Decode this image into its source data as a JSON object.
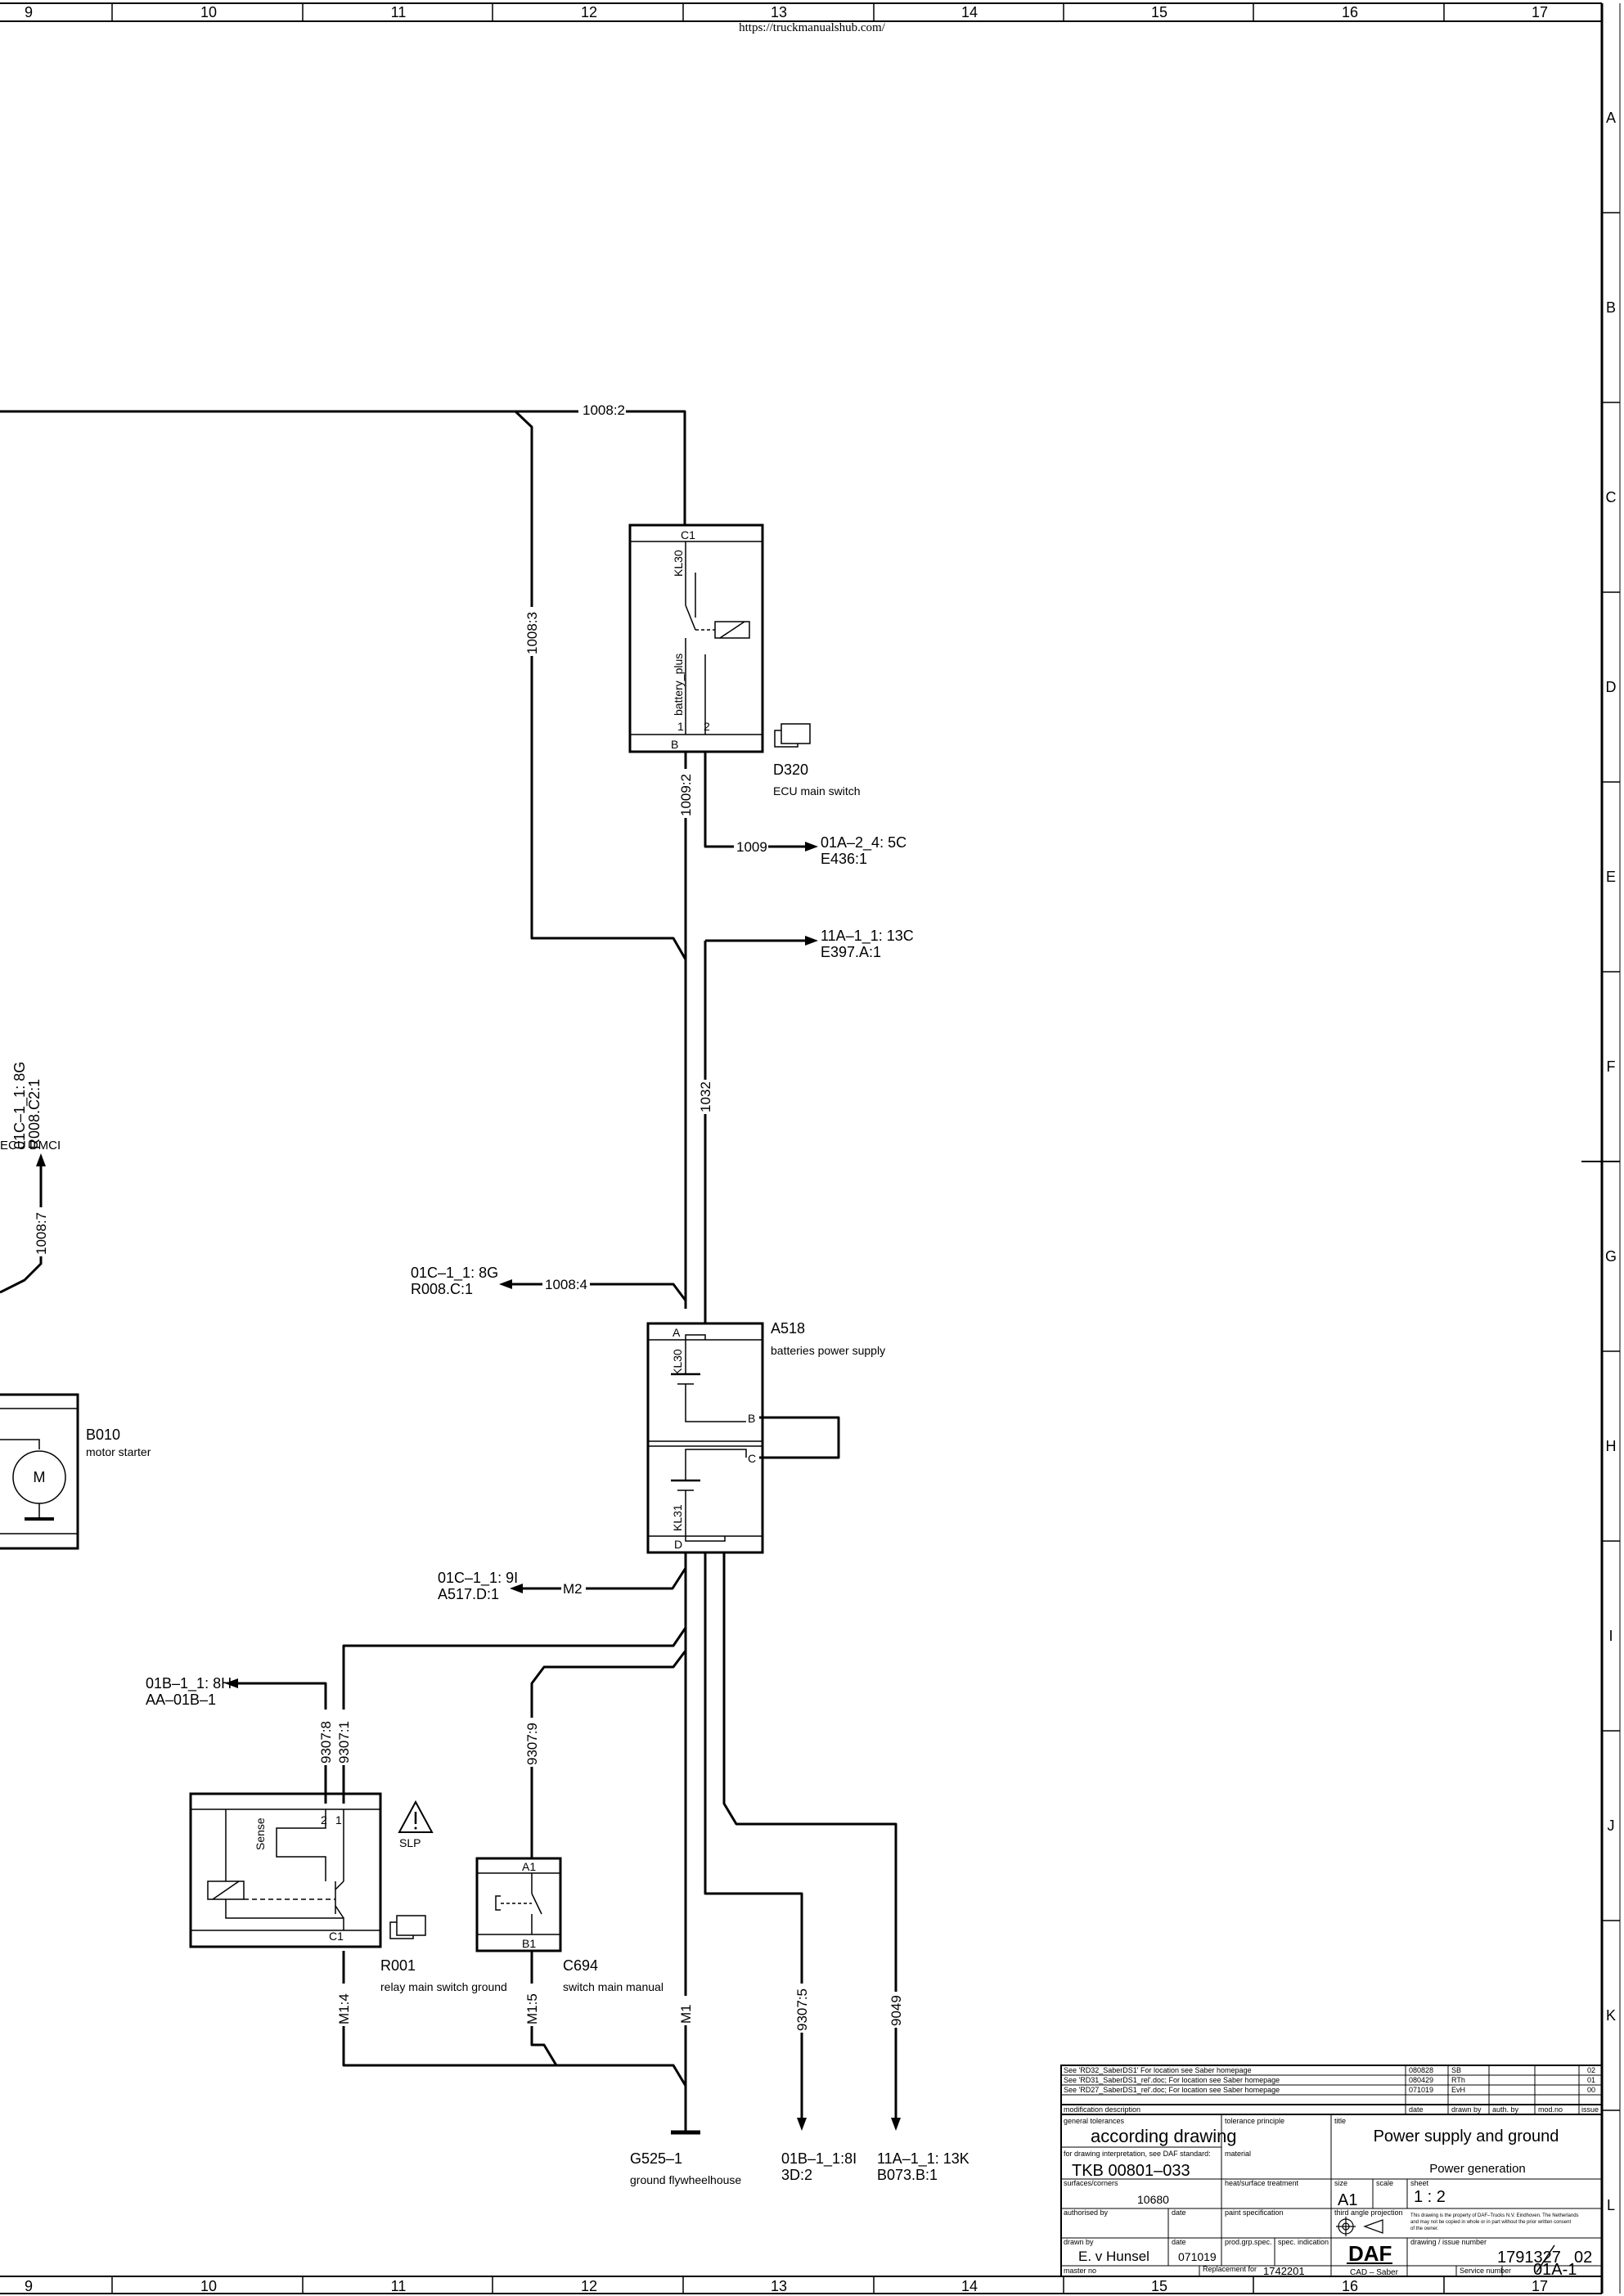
{
  "header": {
    "url": "https://truckmanualshub.com/"
  },
  "grid": {
    "columns": [
      "9",
      "10",
      "11",
      "12",
      "13",
      "14",
      "15",
      "16",
      "17"
    ],
    "rows": [
      "A",
      "B",
      "C",
      "D",
      "E",
      "F",
      "G",
      "H",
      "I",
      "J",
      "K",
      "L"
    ]
  },
  "components": {
    "d320": {
      "ref": "D320",
      "desc": "ECU main switch",
      "pin_top": "C1",
      "pin_bottom": "B",
      "label_kl30": "KL30",
      "label_bp": "battery_plus",
      "pin1": "1",
      "pin2": "2"
    },
    "a518": {
      "ref": "A518",
      "desc": "batteries power supply",
      "pin_a": "A",
      "pin_b": "B",
      "pin_c": "C",
      "pin_d": "D",
      "label_kl30": "KL30",
      "label_kl31": "KL31"
    },
    "b010": {
      "ref": "B010",
      "desc": "motor starter",
      "motor": "M"
    },
    "r001": {
      "ref": "R001",
      "desc": "relay main switch ground",
      "sense": "Sense",
      "pin2": "2",
      "pin1": "1",
      "pin_c": "C1"
    },
    "c694": {
      "ref": "C694",
      "desc": "switch main manual",
      "pin_a": "A1",
      "pin_b": "B1"
    },
    "g525": {
      "ref": "G525–1",
      "desc": "ground flywheelhouse"
    },
    "slp": {
      "label": "SLP"
    }
  },
  "wires": {
    "w1008_2": "1008:2",
    "w1008_3": "1008:3",
    "w1009_2": "1009:2",
    "w1009": "1009",
    "w1032": "1032",
    "w1008_4": "1008:4",
    "w1008_7": "1008:7",
    "wM2": "M2",
    "w9307_8": "9307:8",
    "w9307_1": "9307:1",
    "w9307_9": "9307:9",
    "wM1_4": "M1:4",
    "wM1_5": "M1:5",
    "wM1": "M1",
    "w9307_5": "9307:5",
    "w9049": "9049"
  },
  "refs": {
    "r1_a": "01A–2_4: 5C",
    "r1_b": "E436:1",
    "r2_a": "11A–1_1: 13C",
    "r2_b": "E397.A:1",
    "r3_a": "01C–1_1: 8G",
    "r3_b": "R008.C:1",
    "r4_a": "01C–1_1: 9I",
    "r4_b": "A517.D:1",
    "r5_a": "01B–1_1: 8H",
    "r5_b": "AA–01B–1",
    "r6_a": "01B–1_1:8I",
    "r6_b": "3D:2",
    "r7_a": "11A–1_1: 13K",
    "r7_b": "B073.B:1",
    "left_a": "01C–1_1: 8G",
    "left_b": "R008.C2:1",
    "left_c": "ECU DMCI"
  },
  "titleblock": {
    "mods": [
      {
        "desc": "See 'RD32_SaberDS1'  For location see Saber homepage",
        "date": "080828",
        "by": "SB",
        "issue": "02"
      },
      {
        "desc": "See 'RD31_SaberDS1_rel'.doc; For location see Saber homepage",
        "date": "080429",
        "by": "RTh",
        "issue": "01"
      },
      {
        "desc": "See 'RD27_SaberDS1_rel'.doc; For location see Saber homepage",
        "date": "071019",
        "by": "EvH",
        "issue": "00"
      }
    ],
    "hdr_mod": "modification description",
    "hdr_date": "date",
    "hdr_drawn": "drawn by",
    "hdr_auth": "auth. by",
    "hdr_modno": "mod.no",
    "hdr_issue": "issue",
    "gen_tol_label": "general tolerances",
    "gen_tol": "according drawing",
    "tol_princ": "tolerance principle",
    "title_label": "title",
    "title": "Power supply and ground",
    "subtitle": "Power generation",
    "interp_label": "for drawing interpretation, see DAF standard:",
    "interp": "TKB 00801–033",
    "material_label": "material",
    "surf_label": "surfaces/corners",
    "surf": "10680",
    "heat_label": "heat/surface treatment",
    "size_label": "size",
    "size": "A1",
    "scale_label": "scale",
    "sheet_label": "sheet",
    "scale": "1 : 2",
    "authorized_label": "authorised by",
    "date_label": "date",
    "paint_label": "paint specification",
    "projection_label": "third angle projection",
    "property": [
      "This drawing is the property of DAF–Trucks N.V. Eindhoven. The Netherlands",
      "and may not be copied in whole or in part without the prior written consent",
      "of the owner."
    ],
    "drawn_label": "drawn by",
    "drawn": "E. v Hunsel",
    "date": "071019",
    "prodgrp_label": "prod.grp.spec.",
    "specind_label": "spec. indication",
    "logo": "DAF",
    "dwg_label": "drawing / issue number",
    "dwg": "1791327",
    "issue": "02",
    "master_label": "master no",
    "repl_label": "Replacement for",
    "repl": "1742201",
    "cad": "CAD – Saber",
    "svc_label": "Service number",
    "svc": "01A-1"
  }
}
